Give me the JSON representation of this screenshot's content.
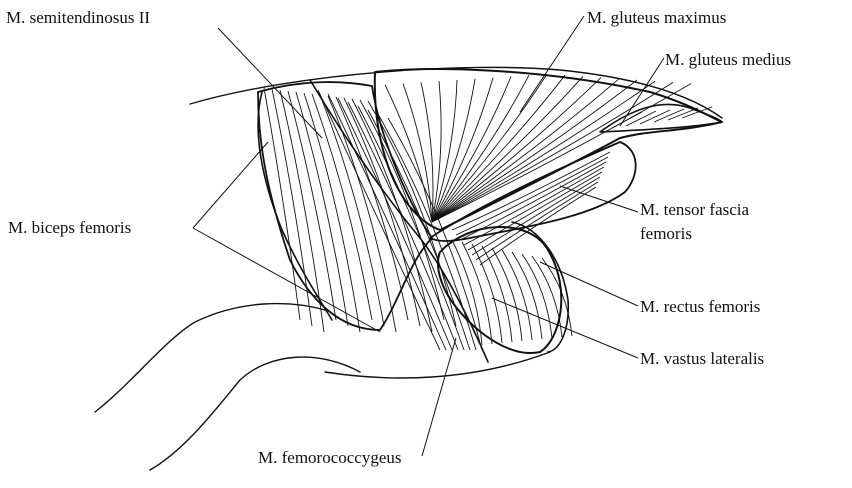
{
  "figure": {
    "labels": {
      "semitendinosus": "M. semitendinosus II",
      "gluteus_maximus": "M. gluteus maximus",
      "gluteus_medius": "M. gluteus medius",
      "tensor_fascia_line1": "M. tensor fascia",
      "tensor_fascia_line2": "femoris",
      "biceps_femoris": "M. biceps femoris",
      "rectus_femoris": "M. rectus femoris",
      "vastus_lateralis": "M. vastus lateralis",
      "femorococcygeus": "M. femorococcygeus"
    },
    "colors": {
      "ink": "#111111",
      "background": "#ffffff"
    }
  }
}
